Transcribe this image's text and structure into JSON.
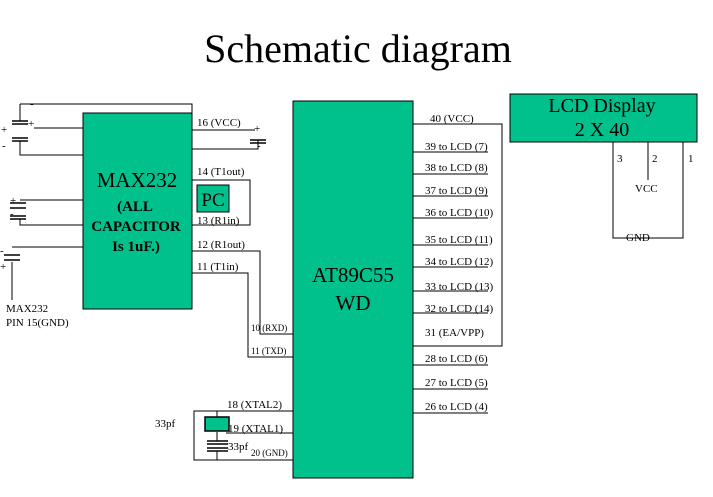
{
  "title": "Schematic diagram",
  "colors": {
    "chip": "#00c08c",
    "line": "#000000",
    "background": "#ffffff"
  },
  "max232": {
    "name": "MAX232",
    "note1": "(ALL",
    "note2": "CAPACITOR",
    "note3": "Is 1uF.)"
  },
  "pc": {
    "label": "PC"
  },
  "mcu": {
    "name": "AT89C55",
    "suffix": "WD"
  },
  "lcd": {
    "name": "LCD Display",
    "size": "2 X 40"
  },
  "max_pins": {
    "vcc": "16 (VCC)",
    "t1out": "14 (T1out)",
    "r1in": "13 (R1in)",
    "r1out": "12 (R1out)",
    "t1in": "11 (T1in)"
  },
  "gnd_note": {
    "line1": "MAX232",
    "line2": "PIN 15(GND)"
  },
  "mcu_pins": {
    "rxd": "10 (RXD)",
    "txd": "11 (TXD)",
    "xtal2": "18 (XTAL2)",
    "xtal1": "19 (XTAL1)",
    "gnd": "20 (GND)",
    "vcc": "40 (VCC)",
    "p39": "39 to LCD (7)",
    "p38": "38 to LCD (8)",
    "p37": "37 to LCD (9)",
    "p36": "36 to LCD (10)",
    "p35": "35 to LCD (11)",
    "p34": "34 to LCD (12)",
    "p33": "33 to LCD (13)",
    "p32": "32 to LCD (14)",
    "p31": "31 (EA/VPP)",
    "p28": "28 to LCD (6)",
    "p27": "27 to LCD (5)",
    "p26": "26 to LCD (4)"
  },
  "crystal_caps": {
    "c1": "33pf",
    "c2": "33pf"
  },
  "lcd_pins": {
    "p3": "3",
    "p2": "2",
    "p1": "1",
    "vcc": "VCC",
    "gnd": "GND"
  },
  "polarity": {
    "plus": "+",
    "minus": "-"
  }
}
